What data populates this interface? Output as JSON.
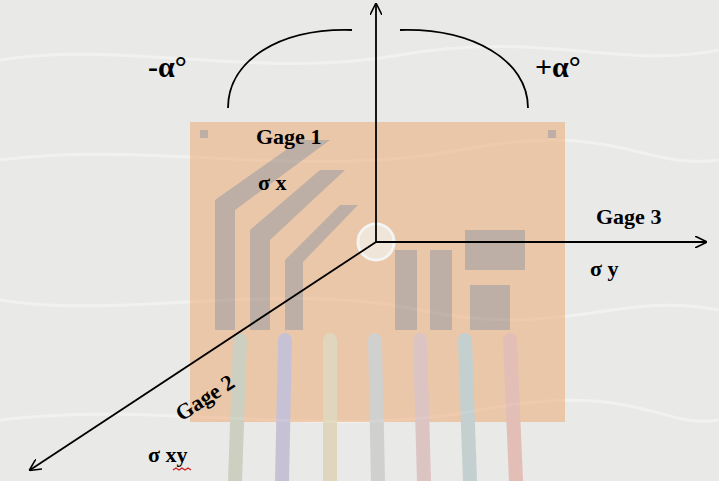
{
  "diagram": {
    "labels": [
      "-α°",
      "+α°",
      "Gage 1",
      "σ x",
      "Gage 3",
      "σ y",
      "Gage 2",
      "σ xy"
    ]
  }
}
